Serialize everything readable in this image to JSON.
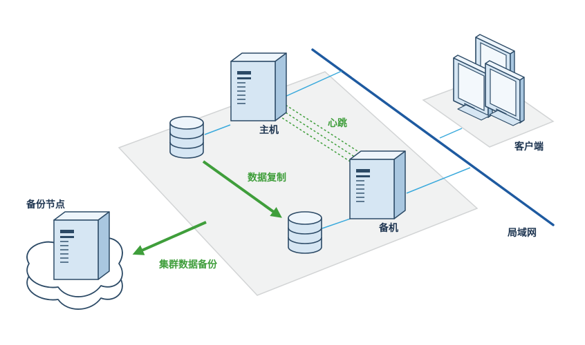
{
  "labels": {
    "primary": "主机",
    "heartbeat": "心跳",
    "replication": "数据复制",
    "standby": "备机",
    "backup_node": "备份节点",
    "cluster_backup": "集群数据备份",
    "client": "客户端",
    "lan": "局域网"
  },
  "colors": {
    "lan_line": "#1e5aa0",
    "link_line": "#39a9dc",
    "green_arrow": "#3f9e3b",
    "label_dark": "#1d3450",
    "label_green": "#3f9e3b",
    "device_fill": "#d6e6f3",
    "device_stroke": "#2c4a66"
  }
}
